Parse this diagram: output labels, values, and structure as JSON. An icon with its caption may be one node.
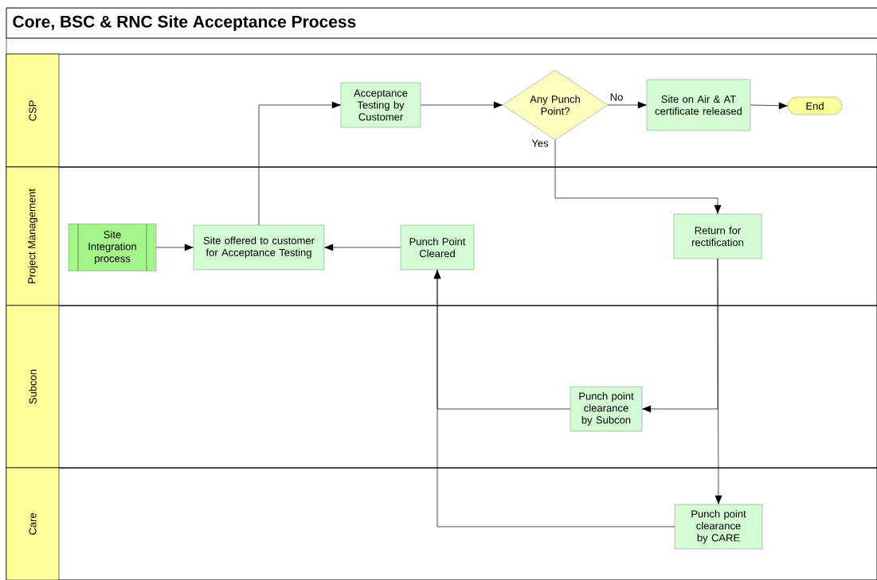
{
  "diagram": {
    "title": "Core, BSC & RNC Site Acceptance Process",
    "nodes": [
      {
        "text": [
          "CSP"
        ]
      },
      {
        "text": [
          "Project Management"
        ]
      },
      {
        "text": [
          "Subcon"
        ]
      },
      {
        "text": [
          "Care"
        ]
      },
      {
        "text": [
          "Acceptance Testing by Customer"
        ],
        "in": 0
      },
      {
        "text": [
          "Any Punch Point?"
        ],
        "in": 0
      },
      {
        "text": [
          "Site on Air & AT certificate released"
        ],
        "in": 0
      },
      {
        "text": [
          "End"
        ],
        "in": 0
      },
      {
        "text": [
          "Site Integration process"
        ],
        "in": 1
      },
      {
        "text": [
          "Site offered to customer for Acceptance Testing"
        ],
        "in": 1
      },
      {
        "text": [
          "Punch Point Cleared"
        ],
        "in": 1
      },
      {
        "text": [
          "Return for rectification"
        ],
        "in": 1
      },
      {
        "text": [
          "Punch point clearance by Subcon"
        ],
        "in": 2
      },
      {
        "text": [
          "Punch point clearance by CARE"
        ],
        "in": 3
      }
    ],
    "edges": [
      {
        "from": 8,
        "to": 9,
        "arrow": "to"
      },
      {
        "from": 9,
        "to": 4,
        "arrow": "to"
      },
      {
        "from": 4,
        "to": 5,
        "arrow": "to"
      },
      {
        "from": 5,
        "to": 6,
        "arrow": "to",
        "label": "No"
      },
      {
        "from": 6,
        "to": 7,
        "arrow": "to"
      },
      {
        "from": 5,
        "to": 11,
        "arrow": "to",
        "label": "Yes"
      },
      {
        "from": 10,
        "to": 9,
        "arrow": "to"
      },
      {
        "from": 11,
        "to": 12,
        "arrow": "to"
      },
      {
        "from": 11,
        "to": 13,
        "arrow": "to"
      },
      {
        "from": 12,
        "to": 10,
        "arrow": "to"
      },
      {
        "from": 13,
        "to": 10,
        "arrow": "to"
      }
    ]
  }
}
